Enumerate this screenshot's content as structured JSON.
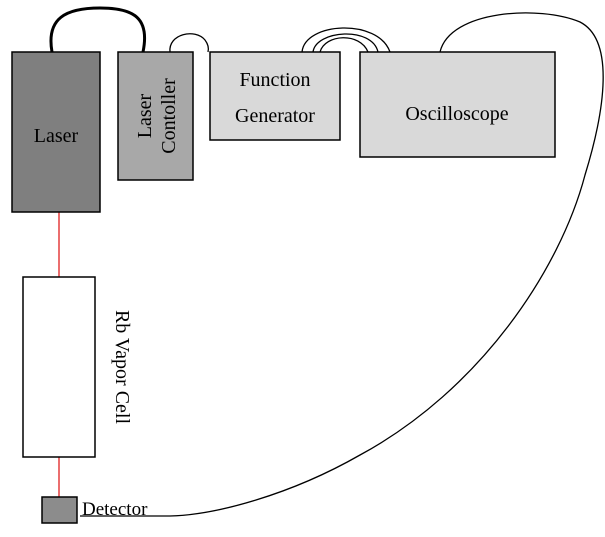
{
  "labels": {
    "laser": "Laser",
    "laser_controller_line1": "Laser",
    "laser_controller_line2": "Contoller",
    "function_generator_line1": "Function",
    "function_generator_line2": "Generator",
    "oscilloscope": "Oscilloscope",
    "vapor_cell": "Rb Vapor Cell",
    "detector": "Detector"
  },
  "colors": {
    "laser_fill": "#7f7f7f",
    "controller_fill": "#a8a8a8",
    "instrument_fill": "#d9d9d9",
    "detector_fill": "#8c8c8c",
    "beam": "#e02020",
    "line": "#000000"
  }
}
